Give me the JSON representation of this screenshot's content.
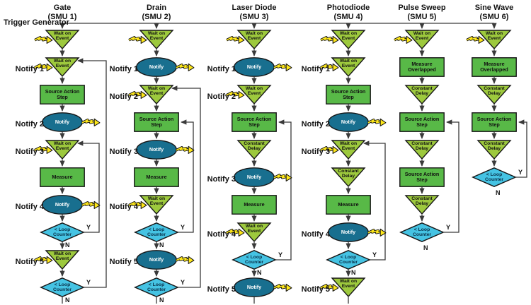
{
  "figure": {
    "trigger_generator_label": "Trigger Generator",
    "branch_labels": {
      "yes": "Y",
      "no": "N"
    }
  },
  "colors": {
    "wait_fill": "#9dc93d",
    "step_fill": "#58b947",
    "notify_fill": "#186f8f",
    "loop_fill": "#45c3e3",
    "bolt_fill": "#ffe81a",
    "line": "#3a3a3a"
  },
  "columns": [
    {
      "name": "Gate",
      "smu": "(SMU 1)",
      "nodes": [
        {
          "kind": "wait-on-event",
          "shape": "tri",
          "label": "Wait on\nEvent",
          "bolt": "left"
        },
        {
          "kind": "wait-on-event",
          "shape": "tri",
          "label": "Wait on\nEvent",
          "bolt": "left",
          "side_label": "Notify 1"
        },
        {
          "kind": "source-action-step",
          "shape": "rect",
          "label": "Source Action\nStep"
        },
        {
          "kind": "notify",
          "shape": "ellipse",
          "label": "Notify",
          "bolt": "right",
          "side_label": "Notify 2"
        },
        {
          "kind": "wait-on-event",
          "shape": "tri",
          "label": "Wait on\nEvent",
          "bolt": "left",
          "side_label": "Notify 3"
        },
        {
          "kind": "measure",
          "shape": "rect",
          "label": "Measure"
        },
        {
          "kind": "notify",
          "shape": "ellipse",
          "label": "Notify",
          "bolt": "right",
          "side_label": "Notify 4"
        },
        {
          "kind": "loop-counter",
          "shape": "diamond",
          "label": "< Loop\nCounter",
          "yes_to": 4
        },
        {
          "kind": "wait-on-event",
          "shape": "tri",
          "label": "Wait on\nEvent",
          "bolt": "left",
          "side_label": "Notify 5"
        },
        {
          "kind": "loop-counter",
          "shape": "diamond",
          "label": "< Loop\nCounter",
          "yes_to": 1,
          "tail": true
        }
      ]
    },
    {
      "name": "Drain",
      "smu": "(SMU 2)",
      "nodes": [
        {
          "kind": "wait-on-event",
          "shape": "tri",
          "label": "Wait on\nEvent",
          "bolt": "left"
        },
        {
          "kind": "notify",
          "shape": "ellipse",
          "label": "Notify",
          "bolt": "right",
          "side_label": "Notify 1"
        },
        {
          "kind": "wait-on-event",
          "shape": "tri",
          "label": "Wait on\nEvent",
          "bolt": "left",
          "side_label": "Notify 2"
        },
        {
          "kind": "source-action-step",
          "shape": "rect",
          "label": "Source Action\nStep"
        },
        {
          "kind": "notify",
          "shape": "ellipse",
          "label": "Notify",
          "bolt": "right",
          "side_label": "Notify 3"
        },
        {
          "kind": "measure",
          "shape": "rect",
          "label": "Measure"
        },
        {
          "kind": "wait-on-event",
          "shape": "tri",
          "label": "Wait on\nEvent",
          "bolt": "left",
          "side_label": "Notify 4"
        },
        {
          "kind": "loop-counter",
          "shape": "diamond",
          "label": "< Loop\nCounter",
          "yes_to": 3
        },
        {
          "kind": "notify",
          "shape": "ellipse",
          "label": "Notify",
          "bolt": "right",
          "side_label": "Notify 5"
        },
        {
          "kind": "loop-counter",
          "shape": "diamond",
          "label": "< Loop\nCounter",
          "yes_to": 2,
          "tail": true
        }
      ]
    },
    {
      "name": "Laser Diode",
      "smu": "(SMU 3)",
      "nodes": [
        {
          "kind": "wait-on-event",
          "shape": "tri",
          "label": "Wait on\nEvent",
          "bolt": "left"
        },
        {
          "kind": "notify",
          "shape": "ellipse",
          "label": "Notify",
          "bolt": "right",
          "side_label": "Notify 1"
        },
        {
          "kind": "wait-on-event",
          "shape": "tri",
          "label": "Wait on\nEvent",
          "bolt": "left",
          "side_label": "Notify 2"
        },
        {
          "kind": "source-action-step",
          "shape": "rect",
          "label": "Source Action\nStep"
        },
        {
          "kind": "constant-delay",
          "shape": "tri",
          "label": "Constant\nDelay"
        },
        {
          "kind": "notify",
          "shape": "ellipse",
          "label": "Notify",
          "bolt": "right",
          "side_label": "Notify 3"
        },
        {
          "kind": "measure",
          "shape": "rect",
          "label": "Measure"
        },
        {
          "kind": "wait-on-event",
          "shape": "tri",
          "label": "Wait on\nEvent",
          "bolt": "left",
          "side_label": "Notify 4"
        },
        {
          "kind": "loop-counter",
          "shape": "diamond",
          "label": "< Loop\nCounter",
          "yes_to": 3
        },
        {
          "kind": "notify",
          "shape": "ellipse",
          "label": "Notify",
          "bolt": "right",
          "side_label": "Notify 5",
          "tail": true
        }
      ]
    },
    {
      "name": "Photodiode",
      "smu": "(SMU 4)",
      "nodes": [
        {
          "kind": "wait-on-event",
          "shape": "tri",
          "label": "Wait on\nEvent",
          "bolt": "left"
        },
        {
          "kind": "wait-on-event",
          "shape": "tri",
          "label": "Wait on\nEvent",
          "bolt": "left",
          "side_label": "Notify 1"
        },
        {
          "kind": "source-action-step",
          "shape": "rect",
          "label": "Source Action\nStep"
        },
        {
          "kind": "notify",
          "shape": "ellipse",
          "label": "Notify",
          "bolt": "right",
          "side_label": "Notify 2"
        },
        {
          "kind": "wait-on-event",
          "shape": "tri",
          "label": "Wait on\nEvent",
          "bolt": "left",
          "side_label": "Notify 3"
        },
        {
          "kind": "constant-delay",
          "shape": "tri",
          "label": "Constant\nDelay"
        },
        {
          "kind": "measure",
          "shape": "rect",
          "label": "Measure"
        },
        {
          "kind": "notify",
          "shape": "ellipse",
          "label": "Notify",
          "bolt": "right",
          "side_label": "Notify 4"
        },
        {
          "kind": "loop-counter",
          "shape": "diamond",
          "label": "< Loop\nCounter",
          "yes_to": 4
        },
        {
          "kind": "wait-on-event",
          "shape": "tri",
          "label": "Wait on\nEvent",
          "bolt": "left",
          "side_label": "Notify 5",
          "tail": true
        }
      ]
    },
    {
      "name": "Pulse Sweep",
      "smu": "(SMU 5)",
      "nodes": [
        {
          "kind": "wait-on-event",
          "shape": "tri",
          "label": "Wait on\nEvent",
          "bolt": "left"
        },
        {
          "kind": "measure-overlapped",
          "shape": "rect",
          "label": "Measure\nOverlapped"
        },
        {
          "kind": "constant-delay",
          "shape": "tri",
          "label": "Constant\nDelay"
        },
        {
          "kind": "source-action-step",
          "shape": "rect",
          "label": "Source Action\nStep"
        },
        {
          "kind": "constant-delay",
          "shape": "tri",
          "label": "Constant\nDelay"
        },
        {
          "kind": "source-action-step",
          "shape": "rect",
          "label": "Source Action\nStep"
        },
        {
          "kind": "constant-delay",
          "shape": "tri",
          "label": "Constant\nDelay"
        },
        {
          "kind": "loop-counter",
          "shape": "diamond",
          "label": "< Loop\nCounter",
          "yes_to": 3
        }
      ]
    },
    {
      "name": "Sine Wave",
      "smu": "(SMU 6)",
      "nodes": [
        {
          "kind": "wait-on-event",
          "shape": "tri",
          "label": "Wait on\nEvent",
          "bolt": "left"
        },
        {
          "kind": "measure-overlapped",
          "shape": "rect",
          "label": "Measure\nOverlapped"
        },
        {
          "kind": "constant-delay",
          "shape": "tri",
          "label": "Constant\nDelay"
        },
        {
          "kind": "source-action-step",
          "shape": "rect",
          "label": "Source Action\nStep"
        },
        {
          "kind": "constant-delay",
          "shape": "tri",
          "label": "Constant\nDelay"
        },
        {
          "kind": "loop-counter",
          "shape": "diamond",
          "label": "< Loop\nCounter",
          "yes_to": 3
        }
      ]
    }
  ]
}
